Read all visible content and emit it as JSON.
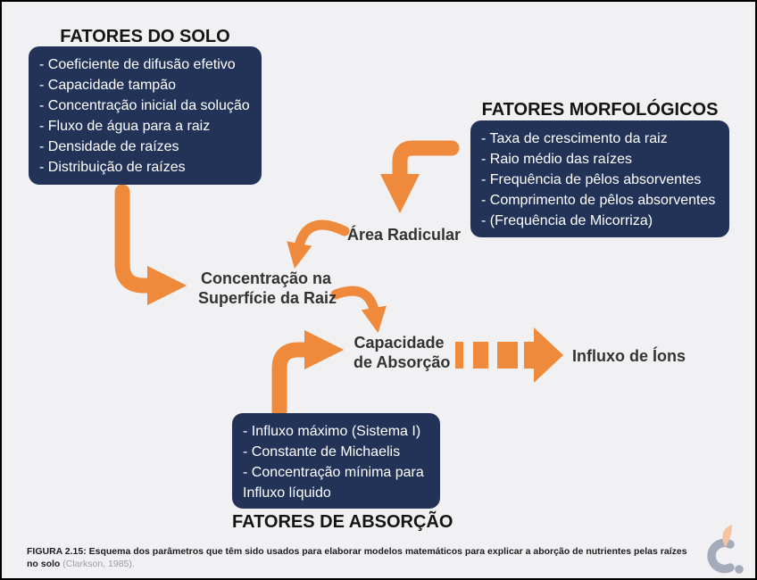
{
  "figure": {
    "caption_bold": "FIGURA 2.15: Esquema dos parâmetros que têm sido usados para elaborar modelos matemáticos para explicar a aborção de nutrientes pelas raízes no solo ",
    "caption_cite": "(Clarkson, 1985)."
  },
  "boxes": {
    "solo": {
      "title": "FATORES DO SOLO",
      "items": [
        "- Coeficiente de difusão efetivo",
        "- Capacidade tampão",
        "- Concentração inicial da solução",
        "- Fluxo de água para a raiz",
        "- Densidade de raízes",
        "- Distribuição de raízes"
      ]
    },
    "morfologicos": {
      "title": "FATORES MORFOLÓGICOS",
      "items": [
        "- Taxa de crescimento da raiz",
        "- Raio médio das raízes",
        "- Frequência de pêlos absorventes",
        "- Comprimento de pêlos absorventes",
        "- (Frequência de Micorriza)"
      ]
    },
    "absorcao": {
      "title": "FATORES DE ABSORÇÃO",
      "items": [
        "- Influxo máximo (Sistema I)",
        "- Constante de Michaelis",
        "- Concentração mínima para",
        "Influxo líquido"
      ]
    }
  },
  "nodes": {
    "area_radicular": "Área Radicular",
    "concentracao_line1": "Concentração na",
    "concentracao_line2": "Superfície da Raiz",
    "capacidade_line1": "Capacidade",
    "capacidade_line2": "de Absorção",
    "influxo_ions": "Influxo de Íons"
  },
  "icons": {
    "logo": "c-dot-flame-logo"
  },
  "colors": {
    "navy": "#233358",
    "orange": "#EF8A3C",
    "background": "#F1F1F3",
    "heading_text": "#141414",
    "box_text": "#FFFFFF",
    "label_text": "#333333",
    "caption_text": "#1D1D1F",
    "caption_cite": "#9A9DA6",
    "logo_gray": "#A5ABBA",
    "logo_peach": "#F6C39E"
  }
}
